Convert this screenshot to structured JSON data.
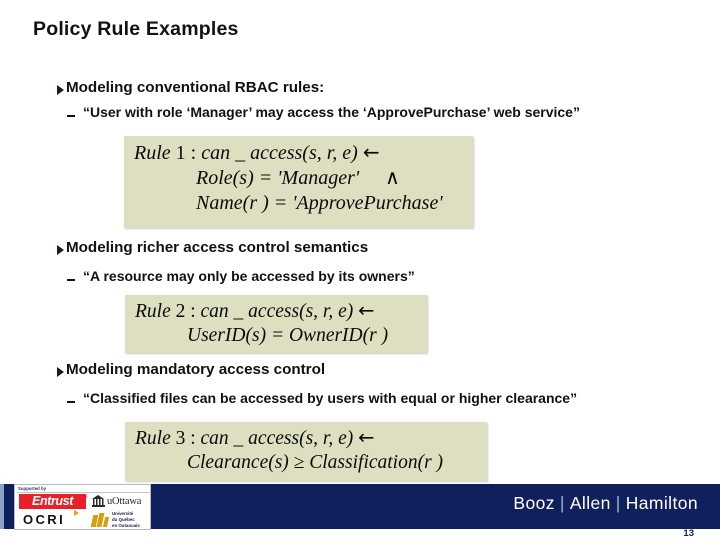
{
  "slide": {
    "title": "Policy Rule Examples",
    "page_number": "13"
  },
  "bullets": [
    {
      "level1": "Modeling conventional RBAC rules:",
      "level2": "“User with role ‘Manager’ may access the ‘ApprovePurchase’ web service”"
    },
    {
      "level1": "Modeling richer access control semantics",
      "level2": "“A resource may only be accessed by its owners”"
    },
    {
      "level1": "Modeling mandatory access control",
      "level2": "“Classified files can be accessed by users with equal or higher clearance”"
    }
  ],
  "equations": [
    {
      "id": "rule-1",
      "label": "Rule",
      "number": "1",
      "head": "can _ access(s, r, e)",
      "arrow": "←",
      "lines": [
        "Role(s) = 'Manager'",
        "Name(r ) = 'ApprovePurchase'"
      ],
      "wedge": "∧",
      "plain_text": "Rule 1 : can _ access(s, r, e) ← Role(s) = 'Manager' ∧ Name(r) = 'ApprovePurchase'"
    },
    {
      "id": "rule-2",
      "label": "Rule",
      "number": "2",
      "head": "can _ access(s, r, e)",
      "arrow": "←",
      "lines": [
        "UserID(s) = OwnerID(r )"
      ],
      "wedge": "",
      "plain_text": "Rule 2 : can _ access(s, r, e) ← UserID(s) = OwnerID(r)"
    },
    {
      "id": "rule-3",
      "label": "Rule",
      "number": "3",
      "head": "can _ access(s, r, e)",
      "arrow": "←",
      "lines": [
        "Clearance(s) ≥ Classification(r )"
      ],
      "wedge": "",
      "plain_text": "Rule 3 : can _ access(s, r, e) ← Clearance(s) ≥ Classification(r)"
    }
  ],
  "footer": {
    "brand": {
      "word1": "Booz",
      "word2": "Allen",
      "word3": "Hamilton",
      "separator": "|"
    },
    "sponsors": {
      "heading": "Supported by",
      "entrust": "Entrust",
      "entrust_tm": "®",
      "ocri": "OCRI",
      "uottawa": "uOttawa",
      "uqo_line1": "Université",
      "uqo_line2": "du Québec",
      "uqo_line3": "en Outaouais"
    }
  },
  "colors": {
    "title_text": "#111111",
    "equation_box_bg": "#dedfc0",
    "footer_navy": "#10205c",
    "entrust_red": "#e8202a",
    "uqo_gold": "#d2a017"
  }
}
